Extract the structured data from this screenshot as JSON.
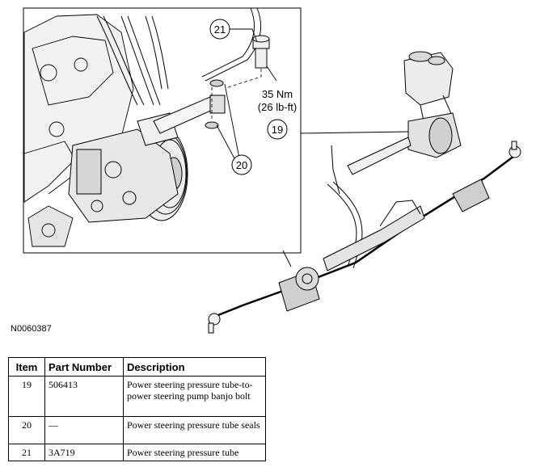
{
  "figure": {
    "id": "N0060387",
    "callouts": {
      "c21": "21",
      "c20": "20",
      "c19": "19",
      "torque_nm": "35 Nm",
      "torque_lbft": "(26 lb-ft)"
    }
  },
  "table": {
    "headers": {
      "item": "Item",
      "part_number": "Part Number",
      "description": "Description"
    },
    "rows": [
      {
        "item": "19",
        "part_number": "506413",
        "description": "Power steering pressure tube-to-power steering pump banjo bolt"
      },
      {
        "item": "20",
        "part_number": "—",
        "description": "Power steering pressure tube seals"
      },
      {
        "item": "21",
        "part_number": "3A719",
        "description": "Power steering pressure tube"
      }
    ]
  },
  "colors": {
    "line": "#000000",
    "background": "#ffffff",
    "shade": "#bdbdbd"
  }
}
